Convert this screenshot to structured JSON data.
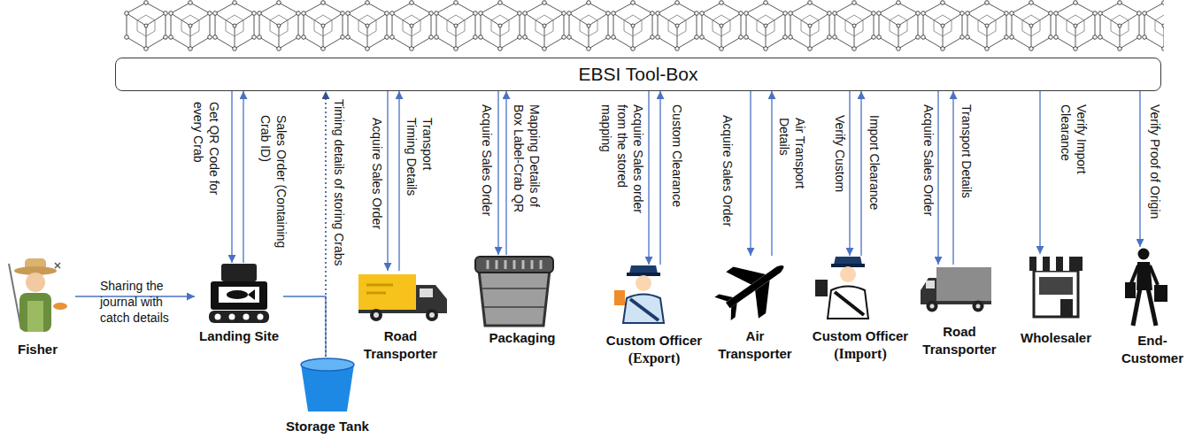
{
  "diagram": {
    "nodes": [
      {
        "text": [
          "EBSI Tool-Box"
        ]
      },
      {
        "text": [
          "Fisher"
        ]
      },
      {
        "text": [
          "Landing Site"
        ]
      },
      {
        "text": [
          "Storage Tank"
        ]
      },
      {
        "text": [
          "Road Transporter"
        ]
      },
      {
        "text": [
          "Packaging"
        ]
      },
      {
        "text": [
          "Custom Officer",
          "(Export)"
        ]
      },
      {
        "text": [
          "Air Transporter"
        ]
      },
      {
        "text": [
          "Custom Officer",
          "(Import)"
        ]
      },
      {
        "text": [
          "Road Transporter"
        ]
      },
      {
        "text": [
          "Wholesaler"
        ]
      },
      {
        "text": [
          "End-Customer"
        ]
      }
    ],
    "edges": [
      {
        "from": 1,
        "to": 2,
        "label": "Sharing the journal with catch details",
        "arrow": "to"
      },
      {
        "from": 0,
        "to": 2,
        "label": "Get QR Code for every Crab",
        "arrow": "to"
      },
      {
        "from": 2,
        "to": 0,
        "label": "Sales Order (Containing Crab ID)",
        "arrow": "to"
      },
      {
        "from": 2,
        "to": 3,
        "arrow": "none"
      },
      {
        "from": 3,
        "to": 0,
        "label": "Timing details of storing Crabs",
        "arrow": "to"
      },
      {
        "from": 0,
        "to": 4,
        "label": "Acquire Sales Order",
        "arrow": "to"
      },
      {
        "from": 4,
        "to": 0,
        "label": "Transport Timing Details",
        "arrow": "to"
      },
      {
        "from": 0,
        "to": 5,
        "label": "Acquire Sales Order",
        "arrow": "to"
      },
      {
        "from": 5,
        "to": 0,
        "label": "Mapping Details of Box Label-Crab QR",
        "arrow": "to"
      },
      {
        "from": 0,
        "to": 6,
        "label": "Acquire Sales order from the stored mapping",
        "arrow": "to"
      },
      {
        "from": 6,
        "to": 0,
        "label": "Custom Clearance",
        "arrow": "to"
      },
      {
        "from": 0,
        "to": 7,
        "label": "Acquire Sales Order",
        "arrow": "to"
      },
      {
        "from": 7,
        "to": 0,
        "label": "Air Transport Details",
        "arrow": "to"
      },
      {
        "from": 0,
        "to": 8,
        "label": "Verify Custom",
        "arrow": "to"
      },
      {
        "from": 8,
        "to": 0,
        "label": "Import Clearance",
        "arrow": "to"
      },
      {
        "from": 0,
        "to": 9,
        "label": "Acquire Sales Order",
        "arrow": "to"
      },
      {
        "from": 9,
        "to": 0,
        "label": "Transport Details",
        "arrow": "to"
      },
      {
        "from": 0,
        "to": 10,
        "label": "Verify Import Clearance",
        "arrow": "to"
      },
      {
        "from": 0,
        "to": 11,
        "label": "Verify Proof of Origin",
        "arrow": "to"
      }
    ]
  }
}
